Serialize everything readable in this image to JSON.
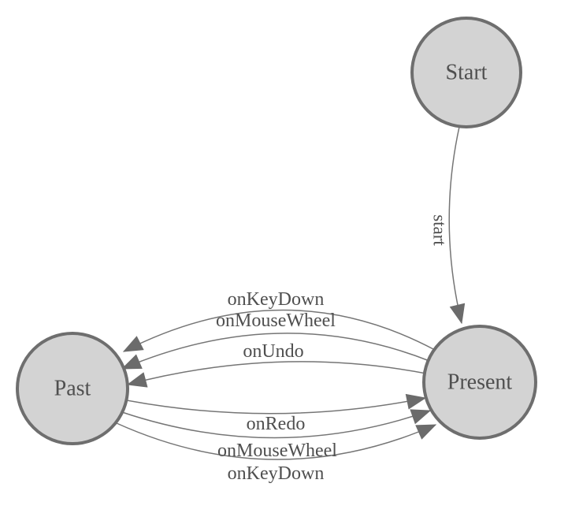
{
  "diagram": {
    "colors": {
      "background": "#ffffff",
      "node_fill": "#d3d3d3",
      "node_stroke": "#6e6e6e",
      "edge_stroke": "#757575",
      "arrow_fill": "#6b6b6b",
      "label_color": "#4f4f4f"
    },
    "nodes": [
      {
        "id": "start",
        "label": "Start"
      },
      {
        "id": "past",
        "label": "Past"
      },
      {
        "id": "present",
        "label": "Present"
      }
    ],
    "edges": [
      {
        "id": "start-transition",
        "label": "start",
        "from": "Start",
        "to": "Present"
      },
      {
        "id": "onkeydown-to-past",
        "label": "onKeyDown",
        "from": "Present",
        "to": "Past"
      },
      {
        "id": "onmousewheel-to-past",
        "label": "onMouseWheel",
        "from": "Present",
        "to": "Past"
      },
      {
        "id": "onundo-to-past",
        "label": "onUndo",
        "from": "Present",
        "to": "Past"
      },
      {
        "id": "onredo-to-present",
        "label": "onRedo",
        "from": "Past",
        "to": "Present"
      },
      {
        "id": "onmousewheel-to-present",
        "label": "onMouseWheel",
        "from": "Past",
        "to": "Present"
      },
      {
        "id": "onkeydown-to-present",
        "label": "onKeyDown",
        "from": "Past",
        "to": "Present"
      }
    ]
  }
}
